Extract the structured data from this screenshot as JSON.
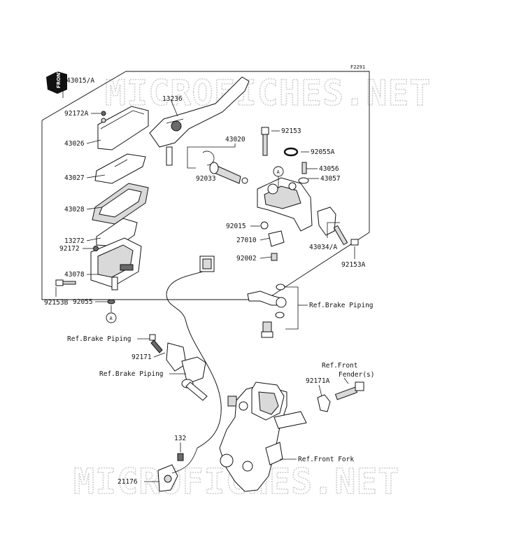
{
  "diagram": {
    "code": "F2291",
    "front_marker": "FRONT",
    "watermarks": [
      "MICROFICHES.NET",
      "MICROFICHES.NET"
    ],
    "circle_marks": [
      "A",
      "A"
    ],
    "part_labels": [
      "43015/A",
      "92172A",
      "13236",
      "43026",
      "92153",
      "43020",
      "92055A",
      "92033",
      "43056",
      "43027",
      "43057",
      "43028",
      "92015",
      "13272",
      "27010",
      "43034/A",
      "92172",
      "92002",
      "92153A",
      "43078",
      "92153B",
      "92055",
      "Ref.Brake Piping",
      "Ref.Brake Piping",
      "92171",
      "Ref.Brake Piping",
      "Ref.Front",
      "Fender(s)",
      "92171A",
      "132",
      "Ref.Front Fork",
      "21176"
    ]
  }
}
